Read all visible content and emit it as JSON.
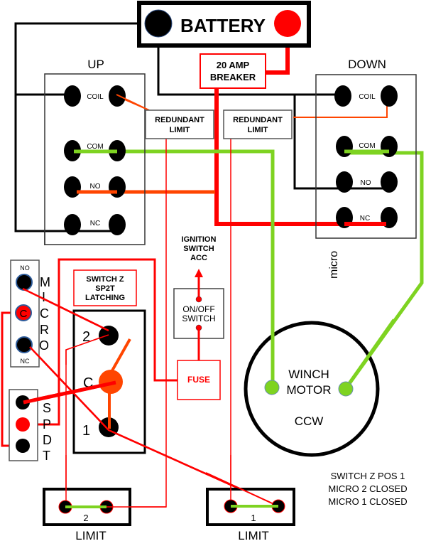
{
  "battery": {
    "label": "BATTERY",
    "terminals": [
      "negative-terminal",
      "positive-terminal"
    ]
  },
  "breaker": {
    "line1": "20 AMP",
    "line2": "BREAKER"
  },
  "up_relay": {
    "title": "UP",
    "pins": {
      "coil": "COIL",
      "com": "COM",
      "no": "NO",
      "nc": "NC"
    }
  },
  "down_relay": {
    "title": "DOWN",
    "side_label": "micro",
    "pins": {
      "coil": "COIL",
      "com": "COM",
      "no": "NO",
      "nc": "NC"
    }
  },
  "redundant_limits": [
    {
      "line1": "REDUNDANT",
      "line2": "LIMIT"
    },
    {
      "line1": "REDUNDANT",
      "line2": "LIMIT"
    }
  ],
  "ignition": {
    "line1": "IGNITION",
    "line2": "SWITCH",
    "line3": "ACC"
  },
  "onoff_switch": {
    "line1": "ON/OFF",
    "line2": "SWITCH"
  },
  "fuse": {
    "label": "FUSE"
  },
  "micro_switch": {
    "letters": [
      "M",
      "I",
      "C",
      "R",
      "O"
    ],
    "top_label": "NO",
    "center_label": "C",
    "bottom_label": "NC"
  },
  "spdt_switch": {
    "letters": [
      "S",
      "P",
      "D",
      "T"
    ]
  },
  "switch_z": {
    "title_line1": "SWITCH Z",
    "title_line2": "SP2T",
    "title_line3": "LATCHING",
    "pos2": "2",
    "common": "C",
    "pos1": "1"
  },
  "motor": {
    "line1": "WINCH",
    "line2": "MOTOR",
    "direction": "CCW"
  },
  "limits": [
    {
      "number": "2",
      "label": "LIMIT"
    },
    {
      "number": "1",
      "label": "LIMIT"
    }
  ],
  "status_notes": [
    "SWITCH Z POS 1",
    "MICRO 2 CLOSED",
    "MICRO 1 CLOSED"
  ],
  "colors": {
    "ground_wire": "#000000",
    "power_wire": "#ff0000",
    "motor_wire": "#7ed321",
    "switched_wire": "#ff4500",
    "signal_wire": "#ff0000"
  }
}
